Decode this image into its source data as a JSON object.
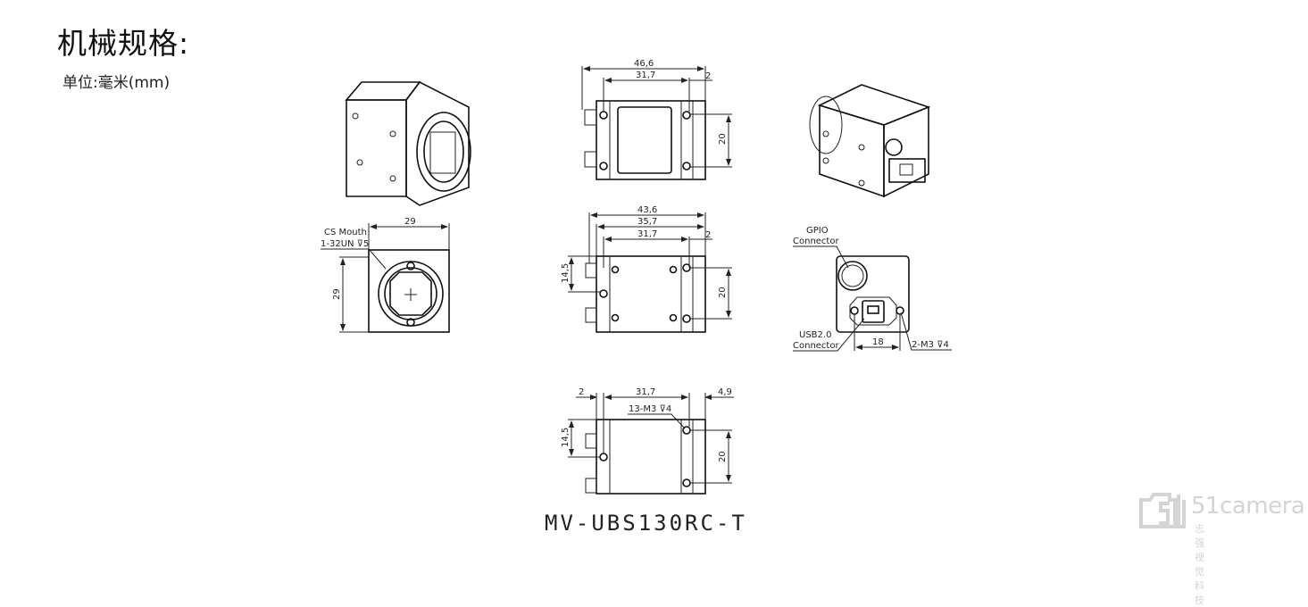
{
  "header": {
    "title": "机械规格:",
    "unit": "单位:毫米(mm)"
  },
  "top_view": {
    "dims": {
      "overall": "46,6",
      "body": "31,7",
      "flange": "2",
      "hole_spacing": "20"
    }
  },
  "side_view": {
    "dims": {
      "overall": "43,6",
      "mid": "35,7",
      "body": "31,7",
      "flange": "2",
      "left_height": "14,5",
      "hole_spacing": "20"
    }
  },
  "front_view": {
    "mount_label_1": "CS Mouth",
    "mount_label_2": "1-32UN ⊽5",
    "width": "29",
    "height": "29"
  },
  "back_view": {
    "gpio_label_1": "GPIO",
    "gpio_label_2": "Connector",
    "usb_label_1": "USB2.0",
    "usb_label_2": "Connector",
    "spacing": "18",
    "screw_label": "2-M3 ⊽4"
  },
  "bottom_view": {
    "dims": {
      "flange": "2",
      "body": "31,7",
      "rear": "4,9",
      "left_height": "14,5",
      "hole_spacing": "20"
    },
    "hole_label": "13-M3 ⊽4"
  },
  "model": "MV-UBS130RC-T",
  "watermark": {
    "brand": "51camera",
    "subtitle": "志强视觉科技"
  }
}
